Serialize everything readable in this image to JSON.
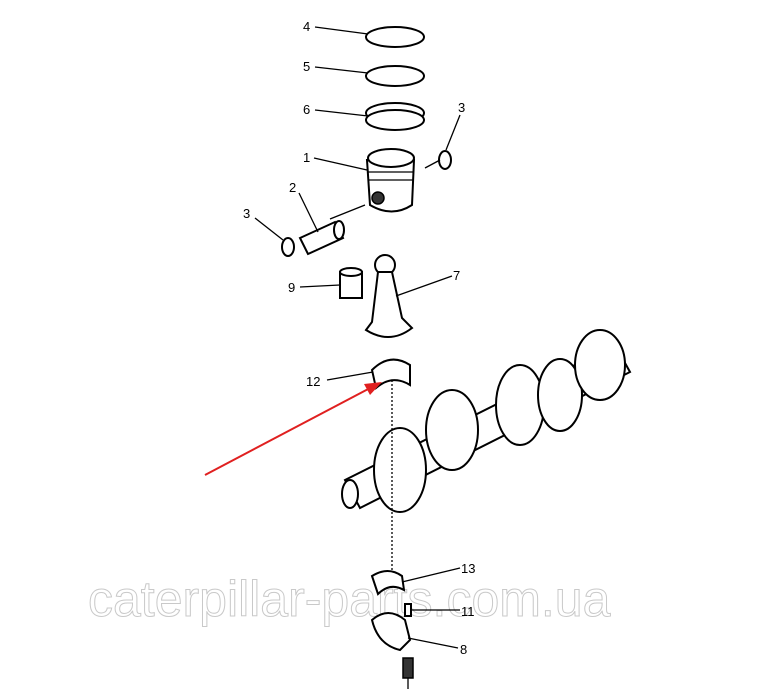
{
  "diagram": {
    "labels": [
      {
        "id": "ring-4",
        "text": "4"
      },
      {
        "id": "ring-5",
        "text": "5"
      },
      {
        "id": "ring-6",
        "text": "6"
      },
      {
        "id": "snap-ring-3-right",
        "text": "3"
      },
      {
        "id": "piston-1",
        "text": "1"
      },
      {
        "id": "pin-2",
        "text": "2"
      },
      {
        "id": "snap-ring-3-left",
        "text": "3"
      },
      {
        "id": "bushing-9",
        "text": "9"
      },
      {
        "id": "connecting-rod-7",
        "text": "7"
      },
      {
        "id": "bearing-12",
        "text": "12"
      },
      {
        "id": "bearing-13",
        "text": "13"
      },
      {
        "id": "dowel-11",
        "text": "11"
      },
      {
        "id": "cap-8",
        "text": "8"
      }
    ],
    "highlight_color": "#e02020",
    "watermark": "caterpillar-parts.com.ua"
  }
}
